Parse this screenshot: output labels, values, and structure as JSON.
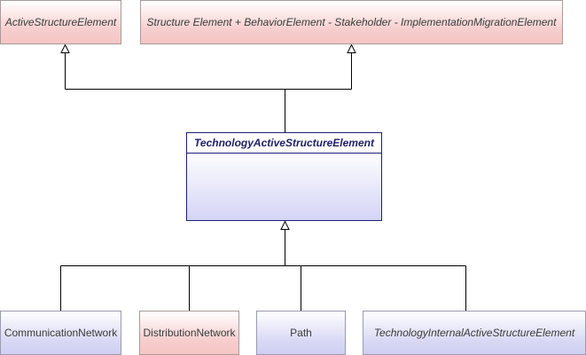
{
  "parents": [
    {
      "name": "ActiveStructureElement",
      "style": "pink",
      "italic": true
    },
    {
      "name": "Structure Element + BehaviorElement - Stakeholder - ImplementationMigrationElement",
      "style": "pink",
      "italic": true
    }
  ],
  "main_class": {
    "name": "TechnologyActiveStructureElement"
  },
  "children": [
    {
      "name": "CommunicationNetwork",
      "style": "blue",
      "italic": false
    },
    {
      "name": "DistributionNetwork",
      "style": "pink",
      "italic": false
    },
    {
      "name": "Path",
      "style": "blue",
      "italic": false
    },
    {
      "name": "TechnologyInternalActiveStructureElement",
      "style": "blue",
      "italic": true
    }
  ]
}
